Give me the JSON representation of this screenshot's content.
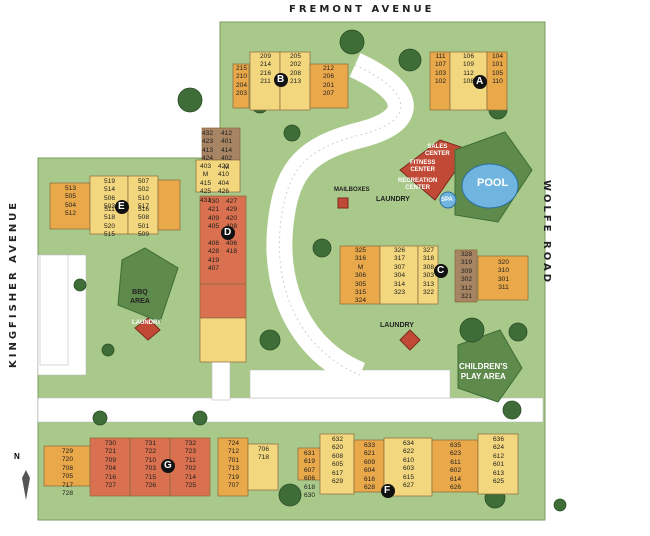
{
  "streets": {
    "top": "FREMONT AVENUE",
    "left": "KINGFISHER AVENUE",
    "right": "WOLFE ROAD"
  },
  "buildings": {
    "A": [
      "111",
      "107",
      "103",
      "102",
      "106",
      "109",
      "112",
      "108",
      "104",
      "101",
      "105",
      "110"
    ],
    "B": [
      "215",
      "210",
      "204",
      "203",
      "209",
      "214",
      "216",
      "211",
      "205",
      "202",
      "208",
      "213",
      "212",
      "206",
      "201",
      "207"
    ],
    "C": [
      "325",
      "316",
      "M 306",
      "305",
      "315",
      "324",
      "326",
      "317",
      "307",
      "304",
      "314",
      "323",
      "327",
      "318",
      "308",
      "303",
      "313",
      "322",
      "328",
      "319",
      "309",
      "302",
      "312",
      "321",
      "320",
      "310",
      "301",
      "311"
    ],
    "D": [
      "432",
      "423",
      "413",
      "424",
      "412",
      "401",
      "414",
      "402 M",
      "403 M",
      "415",
      "425",
      "431",
      "422",
      "410",
      "404",
      "426",
      "430",
      "421",
      "409",
      "405",
      "427",
      "429",
      "420",
      "408",
      "406",
      "428",
      "419",
      "407",
      "406",
      "418"
    ],
    "E": [
      "513",
      "505",
      "504",
      "512",
      "519",
      "514",
      "506",
      "503",
      "511",
      "518",
      "520",
      "515",
      "507",
      "502",
      "510",
      "517",
      "516",
      "508",
      "501",
      "509"
    ],
    "F": [
      "631",
      "619",
      "607",
      "606",
      "618",
      "630",
      "632",
      "620",
      "608",
      "605",
      "617",
      "629",
      "633",
      "621",
      "609",
      "604",
      "616",
      "628",
      "634",
      "622",
      "610",
      "603",
      "615",
      "627",
      "635",
      "623",
      "611",
      "602",
      "614",
      "626",
      "636",
      "624",
      "612",
      "601",
      "613",
      "625"
    ],
    "G": [
      "729",
      "720",
      "708",
      "705",
      "717",
      "728",
      "730",
      "721",
      "709",
      "704",
      "716",
      "727",
      "731",
      "722",
      "710",
      "703",
      "715",
      "726",
      "732",
      "723",
      "711",
      "702",
      "714",
      "725",
      "724",
      "712",
      "701",
      "713",
      "719",
      "707",
      "706",
      "718"
    ]
  },
  "amenities": {
    "pool": "POOL",
    "spa": "SPA",
    "sales": [
      "SALES",
      "CENTER"
    ],
    "fitness": [
      "FITNESS",
      "CENTER"
    ],
    "recreation": [
      "RECREATION",
      "CENTER"
    ],
    "mailboxes": "MAILBOXES",
    "laundry": "LAUNDRY",
    "bbq": [
      "BBQ",
      "AREA"
    ],
    "play": [
      "CHILDREN'S",
      "PLAY AREA"
    ]
  },
  "markers": [
    "A",
    "B",
    "C",
    "D",
    "E",
    "F",
    "G"
  ],
  "compass": "N",
  "colors": {
    "grass": "#a9c98a",
    "road": "#ffffff",
    "orange": "#e9a84a",
    "yellow": "#f3d77e",
    "red": "#d9704f",
    "brown": "#a78463",
    "tree": "#3f6d37",
    "pool": "#6fb5e0",
    "roof": "#c04a35"
  }
}
